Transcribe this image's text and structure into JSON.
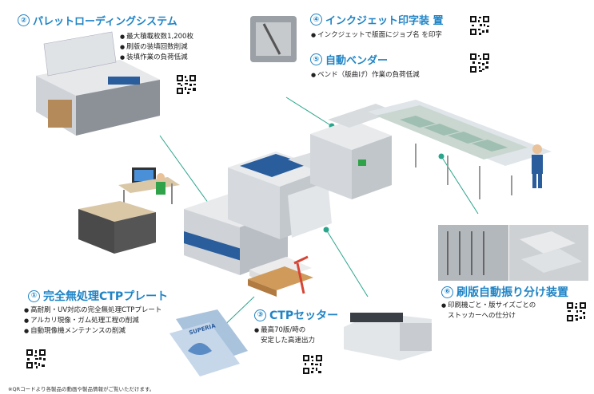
{
  "sections": [
    {
      "num": "②",
      "title": "パレットローディングシステム",
      "bullets": [
        "最大積載枚数1,200枚",
        "刷版の装填回数削減",
        "装填作業の負荷低減"
      ]
    },
    {
      "num": "④",
      "title": "インクジェット印字装 置",
      "bullets": [
        "インクジェットで版面にジョブ名 を印字"
      ]
    },
    {
      "num": "⑤",
      "title": "自動ベンダー",
      "bullets": [
        "ベンド（版曲げ）作業の負荷低減"
      ]
    },
    {
      "num": "①",
      "title": "完全無処理CTPプレート",
      "bullets": [
        "高耐刷・UV対応の完全無処理CTPプレート",
        "アルカリ現像・ガム処理工程の削減",
        "自動現像機メンテナンスの削減"
      ]
    },
    {
      "num": "③",
      "title": "CTPセッター",
      "bullets": [
        "最高70版/時の",
        "安定した高速出力"
      ]
    },
    {
      "num": "⑥",
      "title": "刷版自動振り分け装置",
      "bullets": [
        "印刷機ごと・版サイズごとの",
        "ストッカーへの仕分け"
      ]
    }
  ],
  "footnote": "※QRコードより各製品の動画や製品情報がご覧いただけます。",
  "plate_logo": "SUPERIA",
  "colors": {
    "accent": "#1f84c6",
    "machine_blue": "#2a5d9c",
    "leader": "#2aa58c"
  }
}
